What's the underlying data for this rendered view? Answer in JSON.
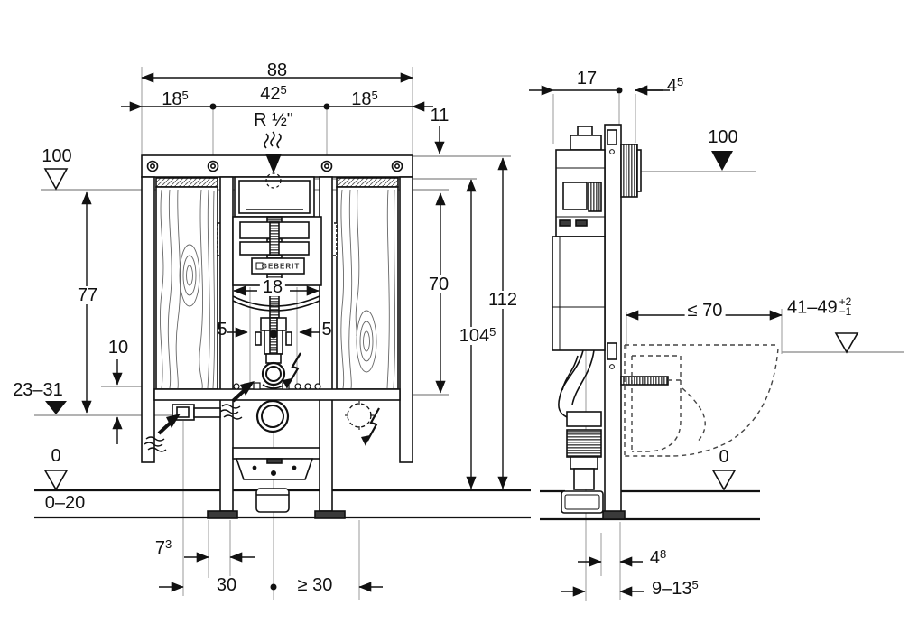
{
  "front_view": {
    "overall_width": {
      "base": "88"
    },
    "offset_left": {
      "base": "18",
      "sup": "5"
    },
    "actuator_width": {
      "base": "42",
      "sup": "5"
    },
    "water_connection": {
      "base": "R ½\""
    },
    "offset_right": {
      "base": "18",
      "sup": "5"
    },
    "top_clearance": {
      "base": "11"
    },
    "meter_mark": {
      "base": "100"
    },
    "supply_height": {
      "base": "77"
    },
    "gap": {
      "base": "10"
    },
    "supply_range": {
      "base": "23–31"
    },
    "floor_level": {
      "base": "0"
    },
    "screed_range": {
      "base": "0–20"
    },
    "foot_width": {
      "base": "7",
      "sup": "3"
    },
    "foot_offset": {
      "base": "30"
    },
    "side_clearance": {
      "base": "≥ 30"
    },
    "clear_width": {
      "base": "18"
    },
    "bolt_offset_left": {
      "base": "5"
    },
    "bolt_offset_right": {
      "base": "5"
    },
    "height_flush_bend": {
      "base": "70"
    },
    "height_connection": {
      "base": "104",
      "sup": "5"
    },
    "height_total": {
      "base": "112"
    },
    "brand": {
      "base": "GEBERIT"
    }
  },
  "side_view": {
    "frame_depth": {
      "base": "17"
    },
    "plate_depth": {
      "base": "4",
      "sup": "5"
    },
    "meter_mark": {
      "base": "100"
    },
    "outlet_distance": {
      "base": "≤ 70"
    },
    "ceramic_height": {
      "base": "41–49",
      "sup": "+2",
      "sub": "−1"
    },
    "floor_level": {
      "base": "0"
    },
    "wall_offset": {
      "base": "4",
      "sup": "8"
    },
    "drain_offset": {
      "base": "9–13",
      "sup": "5"
    }
  },
  "colors": {
    "line": "#111111",
    "leader": "#9a9a9a",
    "dark_fill": "#3a3a3a",
    "background": "#ffffff"
  },
  "symbols": [
    "level-triangle-open",
    "level-triangle-filled",
    "lightning-bolt",
    "water-supply-arrow",
    "screw-head",
    "center-dot",
    "wood-grain-panel",
    "dashed-circle",
    "threaded-rod",
    "toilet-outline-dashed"
  ]
}
